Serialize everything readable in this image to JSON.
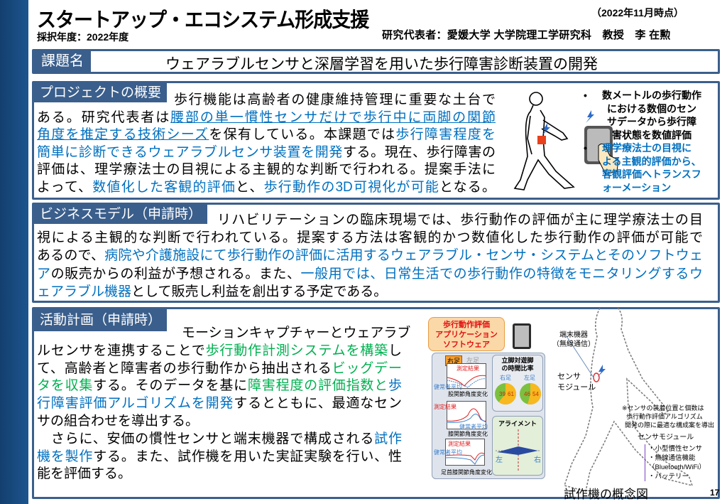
{
  "header": {
    "title": "スタートアップ・エコシステム形成支援",
    "year": "採択年度：2022年度",
    "as_of": "（2022年11月時点）",
    "pi": "研究代表者：愛媛大学 大学院理工学研究科　教授　李 在勲"
  },
  "topic": {
    "label": "課題名",
    "title": "ウェアラブルセンサと深層学習を用いた歩行障害診断装置の開発"
  },
  "overview": {
    "label": "プロジェクトの概要",
    "lines": [
      [
        [
          "歩行機能は高齢者の健康維持管理に重要な土台で",
          ""
        ]
      ],
      [
        [
          "ある。研究代表者は",
          ""
        ],
        [
          "腰部の単一慣性センサだけで歩行中に両脚の関節",
          "bu"
        ]
      ],
      [
        [
          "角度を推定する技術シーズ",
          "bu"
        ],
        [
          "を保有している。本課題では",
          ""
        ],
        [
          "歩行障害程度を",
          "b"
        ]
      ],
      [
        [
          "簡単に診断できるウェアラブルセンサ装置を開発",
          "b"
        ],
        [
          "する。現在、歩行障害の",
          ""
        ]
      ],
      [
        [
          "評価は、理学療法士の目視による主観的な判断で行われる。提案手法に",
          ""
        ]
      ],
      [
        [
          "よって、",
          ""
        ],
        [
          "数値化した客観的評価",
          "b"
        ],
        [
          "と、",
          ""
        ],
        [
          "歩行動作の3D可視化が可能",
          "b"
        ],
        [
          "となる。",
          ""
        ]
      ]
    ],
    "bullets": [
      {
        "text": "数メートルの歩行動作における数個のセンサデータから歩行障害状態を数値評価",
        "lines": [
          "数メートルの歩行動作",
          "における数個のセン",
          "サデータから歩行障",
          "害状態を数値評価"
        ]
      },
      {
        "lines": [
          "理学療法士の目視に",
          "よる主観的評価から、",
          "客観評価へトランスフ",
          "ォーメーション"
        ]
      }
    ]
  },
  "business": {
    "label": "ビジネスモデル（申請時）",
    "lines": [
      [
        [
          "リハビリテーションの臨床現場では、歩行動作の評価が主に理学療法士の目",
          ""
        ]
      ],
      [
        [
          "視による主観的な判断で行われている。提案する方法は客観的かつ数値化した歩行動作の評価が可能で",
          ""
        ]
      ],
      [
        [
          "あるので、",
          ""
        ],
        [
          "病院や介護施設にて歩行動作の評価に活用するウェアラブル・センサ・システムとそのソフトウェ",
          "b"
        ]
      ],
      [
        [
          "ア",
          "b"
        ],
        [
          "の販売からの利益が予想される。また、",
          ""
        ],
        [
          "一般用では、日常生活での歩行動作の特徴をモニタリングするウ",
          "b"
        ]
      ],
      [
        [
          "ェアラブル機器",
          "b"
        ],
        [
          "として販売し利益を創出する予定である。",
          ""
        ]
      ]
    ]
  },
  "activity": {
    "label": "活動計画（申請時）",
    "lines": [
      [
        [
          "モーションキャプチャーとウェアラブ",
          ""
        ]
      ],
      [
        [
          "ルセンサを連携することで",
          ""
        ],
        [
          "歩行動作計測システムを構築",
          "g"
        ],
        [
          "し",
          ""
        ]
      ],
      [
        [
          "て、高齢者と障害者の歩行動作から抽出される",
          ""
        ],
        [
          "ビッグデー",
          "g"
        ]
      ],
      [
        [
          "タを収集",
          "g"
        ],
        [
          "する。そのデータを基に",
          ""
        ],
        [
          "障害程度の評価指数と",
          "g"
        ],
        [
          "歩",
          "b"
        ]
      ],
      [
        [
          "行障害評価アルゴリズムを開発",
          "b"
        ],
        [
          "するとともに、最適なセン",
          ""
        ]
      ],
      [
        [
          "サの組合わせを導出する。",
          ""
        ]
      ],
      [
        [
          "　さらに、安価の慣性センサと端末機器で構成される",
          ""
        ],
        [
          "試作",
          "b"
        ]
      ],
      [
        [
          "機を製作",
          "b"
        ],
        [
          "する。また、試作機を用いた実証実験を行い、性",
          ""
        ]
      ],
      [
        [
          "能を評価する。",
          ""
        ]
      ]
    ]
  },
  "figure": {
    "callout": [
      "歩行動作評価",
      "アプリケーション",
      "ソフトウェア"
    ],
    "terminal": [
      "端末機器",
      "（無線通信）"
    ],
    "sensor_module": [
      "センサ",
      "モジュール"
    ],
    "right_foot": "右足",
    "left_foot": "左足",
    "measured": "測定結果",
    "normal_avg": "健常者平均",
    "hip": "股関節角度変化",
    "knee": "膝関節角度変化",
    "ankle": "足首膝関節角度変化",
    "ratio_title": [
      "立脚対遊脚",
      "の時間比率"
    ],
    "pie_right": {
      "label": "右足",
      "values": [
        39,
        61
      ]
    },
    "pie_left": {
      "label": "左足",
      "values": [
        46,
        54
      ]
    },
    "alignment": "アライメント",
    "left": "左",
    "right": "右",
    "note": [
      "※センサの装着位置と個数は",
      "歩行動作評価アルゴリズム",
      "開発の際に最適な構成案を導出"
    ],
    "module_title": "センサモジュール",
    "module_items": [
      "・小型慣性センサ",
      "・無線通信機能",
      "（Bluetooth/WiFi）",
      "・バッテリー"
    ],
    "caption": "試作機の概念図"
  },
  "page_number": "17",
  "colors": {
    "navy": "#3b5f8c",
    "blue": "#0070c0",
    "green": "#00b050"
  }
}
